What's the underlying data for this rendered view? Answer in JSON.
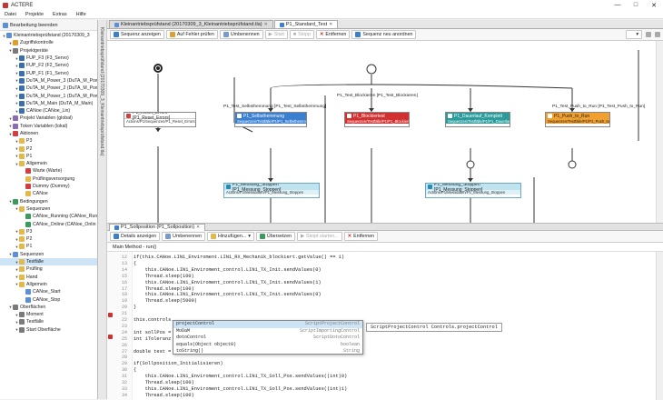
{
  "window": {
    "title": "ACTERE"
  },
  "menu": [
    "Datei",
    "Projekte",
    "Extras",
    "Hilfe"
  ],
  "left_panel": {
    "edit_button": "Bearbeitung beenden",
    "tree": [
      {
        "label": "Kleinantriebsprüfstand (20170309_3",
        "level": 0,
        "icon": "project-icon",
        "color": "#5b8fd6"
      },
      {
        "label": "Zugriffskontrolle",
        "level": 1,
        "icon": "lock-icon",
        "color": "#e0a030"
      },
      {
        "label": "Projektgeräte",
        "level": 1,
        "icon": "device-folder-icon",
        "color": "#7a7a7a"
      },
      {
        "label": "FUP_F3 (F3_Servo)",
        "level": 2,
        "icon": "device-icon",
        "color": "#3a6fb0"
      },
      {
        "label": "FUP_F2 (F2_Servo)",
        "level": 2,
        "icon": "device-icon",
        "color": "#3a6fb0"
      },
      {
        "label": "FUP_F1 (F1_Servo)",
        "level": 2,
        "icon": "device-icon",
        "color": "#3a6fb0"
      },
      {
        "label": "DuTA_M_Power_3 (DuTA_M_Pow",
        "level": 2,
        "icon": "device-icon",
        "color": "#3a6fb0"
      },
      {
        "label": "DuTA_M_Power_2 (DuTA_M_Pow",
        "level": 2,
        "icon": "device-icon",
        "color": "#3a6fb0"
      },
      {
        "label": "DuTA_M_Power_1 (DuTA_M_Pow",
        "level": 2,
        "icon": "device-icon",
        "color": "#3a6fb0"
      },
      {
        "label": "DuTA_M_Main (DuTA_M_Main)",
        "level": 2,
        "icon": "device-icon",
        "color": "#3a6fb0"
      },
      {
        "label": "CANoe (CANoe_Lin)",
        "level": 2,
        "icon": "device-icon",
        "color": "#3a6fb0"
      },
      {
        "label": "Projekt Variablen (global)",
        "level": 1,
        "icon": "variable-icon",
        "color": "#8c6bb1"
      },
      {
        "label": "Token Variablen (lokal)",
        "level": 1,
        "icon": "variable-icon",
        "color": "#8c6bb1"
      },
      {
        "label": "Aktionen",
        "level": 1,
        "icon": "action-folder-icon",
        "color": "#d04040"
      },
      {
        "label": "P3",
        "level": 2,
        "icon": "folder-icon",
        "color": "#e6b84a"
      },
      {
        "label": "P2",
        "level": 2,
        "icon": "folder-icon",
        "color": "#e6b84a"
      },
      {
        "label": "P1",
        "level": 2,
        "icon": "folder-icon",
        "color": "#e6b84a"
      },
      {
        "label": "Allgemein",
        "level": 2,
        "icon": "folder-icon",
        "color": "#e6b84a"
      },
      {
        "label": "Warte (Warte)",
        "level": 3,
        "icon": "action-icon",
        "color": "#d04040"
      },
      {
        "label": "Prüflingsversorgung",
        "level": 3,
        "icon": "folder-icon",
        "color": "#e6b84a"
      },
      {
        "label": "Dummy (Dummy)",
        "level": 3,
        "icon": "action-icon",
        "color": "#d04040"
      },
      {
        "label": "CANoe",
        "level": 3,
        "icon": "folder-icon",
        "color": "#e6b84a"
      },
      {
        "label": "Bedingungen",
        "level": 1,
        "icon": "condition-folder-icon",
        "color": "#3a9c5a"
      },
      {
        "label": "Sequenzen",
        "level": 2,
        "icon": "folder-icon",
        "color": "#e6b84a"
      },
      {
        "label": "CANoe_Running (CANoe_Run",
        "level": 3,
        "icon": "condition-icon",
        "color": "#3a9c5a"
      },
      {
        "label": "CANoe_Online (CANoe_Onlin",
        "level": 3,
        "icon": "condition-icon",
        "color": "#3a9c5a"
      },
      {
        "label": "P3",
        "level": 2,
        "icon": "folder-icon",
        "color": "#e6b84a"
      },
      {
        "label": "P2",
        "level": 2,
        "icon": "folder-icon",
        "color": "#e6b84a"
      },
      {
        "label": "P1",
        "level": 2,
        "icon": "folder-icon",
        "color": "#e6b84a"
      },
      {
        "label": "Sequenzen",
        "level": 1,
        "icon": "sequence-folder-icon",
        "color": "#5b8fd6"
      },
      {
        "label": "Testfälle",
        "level": 2,
        "icon": "folder-icon",
        "color": "#e6b84a",
        "selected": true
      },
      {
        "label": "Prüfling",
        "level": 2,
        "icon": "folder-icon",
        "color": "#e6b84a"
      },
      {
        "label": "Hand",
        "level": 2,
        "icon": "folder-icon",
        "color": "#e6b84a"
      },
      {
        "label": "Allgemein",
        "level": 2,
        "icon": "folder-icon",
        "color": "#e6b84a"
      },
      {
        "label": "CANoe_Start",
        "level": 3,
        "icon": "sequence-icon",
        "color": "#5b8fd6"
      },
      {
        "label": "CANoe_Stop",
        "level": 3,
        "icon": "sequence-icon",
        "color": "#5b8fd6"
      },
      {
        "label": "Oberflächen",
        "level": 1,
        "icon": "ui-folder-icon",
        "color": "#7a7a7a"
      },
      {
        "label": "Moment",
        "level": 2,
        "icon": "ui-icon",
        "color": "#7a7a7a"
      },
      {
        "label": "Testfälle",
        "level": 2,
        "icon": "ui-icon",
        "color": "#7a7a7a"
      },
      {
        "label": "Start Oberfläche",
        "level": 2,
        "icon": "ui-icon",
        "color": "#7a7a7a"
      }
    ]
  },
  "vertical_tab": "Kleinantriebsprüfstand (20170309_3_Kleinantriebsprüfstand.tla)",
  "tabs": [
    {
      "label": "Kleinantriebsprüfstand (20170309_3_Kleinantriebsprüfstand.tla)",
      "active": false
    },
    {
      "label": "P1_Standard_Test",
      "active": true
    }
  ],
  "toolbar": {
    "show_sequence": "Sequenz anzeigen",
    "check_errors": "Auf Fehler prüfen",
    "rename": "Umbenennen",
    "start": "Start",
    "stop": "Stopp",
    "remove": "Entfernen",
    "rearrange": "Sequenz neu anordnen"
  },
  "flow": {
    "labels": {
      "test_selbsthemmung": "P1_Test_Selbsthemmung [P1_Test_Selbsthemmung]",
      "test_blockieren": "P1_Test_Blockieren [P1_Test_Blockieren]",
      "test_push": "P1_Test_Push_to_Run [P1_Test_Push_to_Run]"
    },
    "nodes": [
      {
        "title": "P1_Reset_Errors [P1_Reset_Errors]",
        "body": "Actions/P1/Sequenzen/P1_Reset_Errors",
        "color": "#ffffff",
        "text": "#222"
      },
      {
        "title": "P1_Selbsthemmung",
        "body": "Sequenzen/Testfälle/P1/P1_Selbsthemmung",
        "color": "#3a7fd0",
        "text": "#fff"
      },
      {
        "title": "P1_Blockiertest",
        "body": "Sequenzen/Testfälle/P1/P1_Blockiertest",
        "color": "#d03030",
        "text": "#fff"
      },
      {
        "title": "P1_Dauerlauf_Komplett",
        "body": "Sequenzen/Testfälle/P1/P1_Dauerlauf_Komplett",
        "color": "#2a9a9a",
        "text": "#fff"
      },
      {
        "title": "P1_Push_to_Run",
        "body": "Sequenzen/Testfälle/P1/P1_Push_to_Run",
        "color": "#f0a030",
        "text": "#222"
      },
      {
        "title": "P1_Messung_Stoppen [P1_Messung_Stoppen]",
        "body": "Actions/P1/Messdaten/P1_Messung_Stoppen",
        "color": "#bfe3ef",
        "text": "#222"
      },
      {
        "title": "P1_Messung_Stoppen [P1_Messung_Stoppen]",
        "body": "Actions/P1/Messdaten/P1_Messung_Stoppen",
        "color": "#bfe3ef",
        "text": "#222"
      }
    ]
  },
  "lower_tab": {
    "label": "P1_Sollposition (P1_Sollposition)"
  },
  "lower_toolbar": {
    "details": "Details anzeigen",
    "rename": "Umbenennen",
    "add": "Hinzufügen...",
    "translate": "Übersetzen",
    "start_script": "Skript starten...",
    "remove": "Entfernen"
  },
  "editor": {
    "subtab": "Main Method - run()",
    "lines": [
      {
        "n": "12",
        "text": "if(this.CANoe.LIN1_Enviroment.LIN1_RX_Mechanik_blockiert.getValue() == 1)"
      },
      {
        "n": "13",
        "text": "{"
      },
      {
        "n": "14",
        "text": "    this.CANoe.LIN1_Enviroment_control.LIN1_TX_Init.sendValues(0)"
      },
      {
        "n": "15",
        "text": "    Thread.sleep(100)"
      },
      {
        "n": "16",
        "text": "    this.CANoe.LIN1_Enviroment_control.LIN1_TX_Init.sendValues(1)"
      },
      {
        "n": "17",
        "text": "    Thread.sleep(100)"
      },
      {
        "n": "18",
        "text": "    this.CANoe.LIN1_Enviroment_control.LIN1_TX_Init.sendValues(0)"
      },
      {
        "n": "19",
        "text": "    Thread.sleep(5000)"
      },
      {
        "n": "20",
        "text": "}"
      },
      {
        "n": "21",
        "text": ""
      },
      {
        "n": "22",
        "text": "this.controls."
      },
      {
        "n": "23",
        "text": ""
      },
      {
        "n": "24",
        "text": "int sollPos ="
      },
      {
        "n": "25",
        "text": "int iToleranz"
      },
      {
        "n": "26",
        "text": ""
      },
      {
        "n": "27",
        "text": "double test = 0.0"
      },
      {
        "n": "28",
        "text": ""
      },
      {
        "n": "29",
        "text": "if(Sollposition_Initialisieren)"
      },
      {
        "n": "30",
        "text": "{"
      },
      {
        "n": "31",
        "text": "    this.CANoe.LIN1_Enviroment_control.LIN1_TX_Soll_Pos.sendValues((int)0)"
      },
      {
        "n": "32",
        "text": "    Thread.sleep(100)"
      },
      {
        "n": "33",
        "text": "    this.CANoe.LIN1_Enviroment_control.LIN1_TX_Soll_Pos.sendValues((int)1)"
      },
      {
        "n": "34",
        "text": "    Thread.sleep(100)"
      }
    ],
    "autocomplete": [
      {
        "name": "projectControl",
        "type": "ScriptProjectControl"
      },
      {
        "name": "MoDaM",
        "type": "ScriptImportingControl"
      },
      {
        "name": "dotoControl",
        "type": "ScriptDotoControl"
      },
      {
        "name": "equals(Object object0)",
        "type": "boolean"
      },
      {
        "name": "toString()",
        "type": "String"
      }
    ],
    "tooltip": "ScriptProjectControl Controls.projectControl"
  }
}
